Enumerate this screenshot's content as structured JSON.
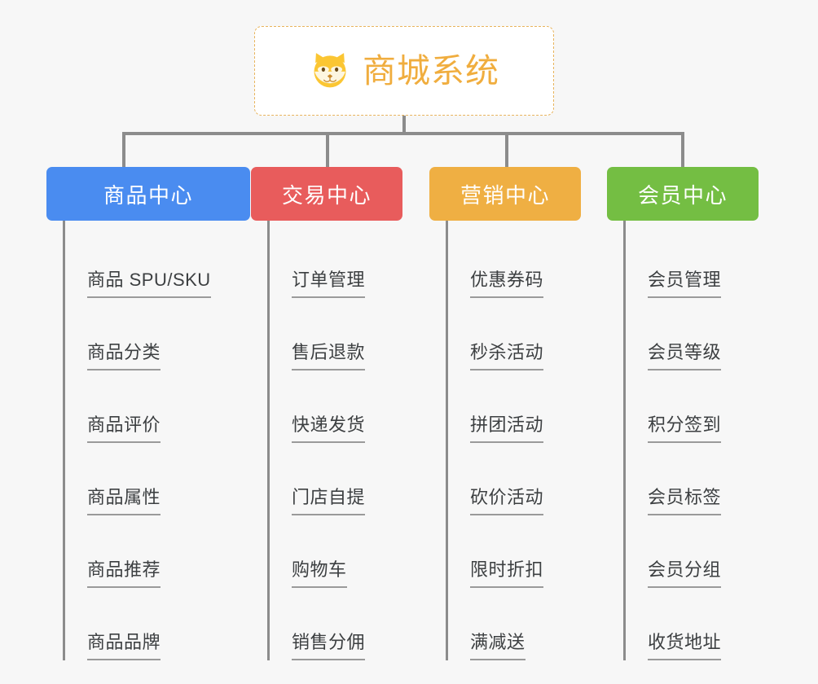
{
  "diagram": {
    "type": "org-tree",
    "background": "#F7F7F7",
    "root": {
      "title": "商城系统",
      "icon": "shiba-dog-icon",
      "title_color": "#F0AD3E",
      "border_color": "#E8B45C"
    },
    "connector_color": "#8C8C8C",
    "branches": [
      {
        "label": "商品中心",
        "color": "#4A8CF0",
        "items": [
          "商品 SPU/SKU",
          "商品分类",
          "商品评价",
          "商品属性",
          "商品推荐",
          "商品品牌"
        ]
      },
      {
        "label": "交易中心",
        "color": "#E85C5C",
        "items": [
          "订单管理",
          "售后退款",
          "快递发货",
          "门店自提",
          "购物车",
          "销售分佣"
        ]
      },
      {
        "label": "营销中心",
        "color": "#EFAF43",
        "items": [
          "优惠券码",
          "秒杀活动",
          "拼团活动",
          "砍价活动",
          "限时折扣",
          "满减送"
        ]
      },
      {
        "label": "会员中心",
        "color": "#74BE43",
        "items": [
          "会员管理",
          "会员等级",
          "积分签到",
          "会员标签",
          "会员分组",
          "收货地址"
        ]
      }
    ]
  }
}
